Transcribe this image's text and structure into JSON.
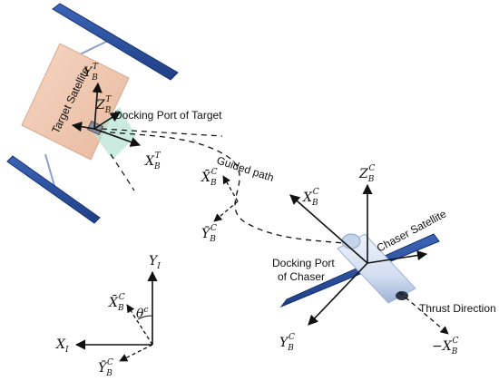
{
  "labels": {
    "target_satellite": "Target Satellite",
    "docking_port_target": "Docking Port of Target",
    "guided_path": "Guided path",
    "chaser_satellite": "Chaser Satellite",
    "docking_port_chaser_line1": "Docking Port",
    "docking_port_chaser_line2": "of Chaser",
    "thrust_direction": "Thrust Direction"
  },
  "axes": {
    "target_y": {
      "base": "Y",
      "sub": "B",
      "sup": "T"
    },
    "target_z": {
      "base": "Z",
      "sub": "B",
      "sup": "T"
    },
    "target_x": {
      "base": "X",
      "sub": "B",
      "sup": "T"
    },
    "guided_x": {
      "base": "X̄",
      "sub": "B",
      "sup": "C"
    },
    "guided_y": {
      "base": "Ȳ",
      "sub": "B",
      "sup": "C"
    },
    "chaser_z": {
      "base": "Z",
      "sub": "B",
      "sup": "C"
    },
    "chaser_x": {
      "base": "X",
      "sub": "B",
      "sup": "C"
    },
    "chaser_y": {
      "base": "Y",
      "sub": "B",
      "sup": "C"
    },
    "chaser_negx": {
      "base": "−X",
      "sub": "B",
      "sup": "C"
    },
    "inertial_y": {
      "base": "Y",
      "sub": "I"
    },
    "inertial_x": {
      "base": "X",
      "sub": "I"
    },
    "inertial_xbar": {
      "base": "X̄",
      "sub": "B",
      "sup": "C"
    },
    "inertial_ybar": {
      "base": "Ȳ",
      "sub": "B",
      "sup": "C"
    },
    "theta": {
      "base": "θ",
      "sup": "c"
    }
  },
  "colors": {
    "panel_dark": "#1f3f86",
    "panel_light": "#3d64b8",
    "body_fill": "#f2cbb4",
    "cone_fill": "#b9e3d6",
    "chaser_body": "#d9e4f5",
    "chaser_shadow": "#9fb3d6",
    "axis": "#111111"
  },
  "icons": {
    "target": "target-satellite-icon",
    "chaser": "chaser-satellite-icon"
  }
}
